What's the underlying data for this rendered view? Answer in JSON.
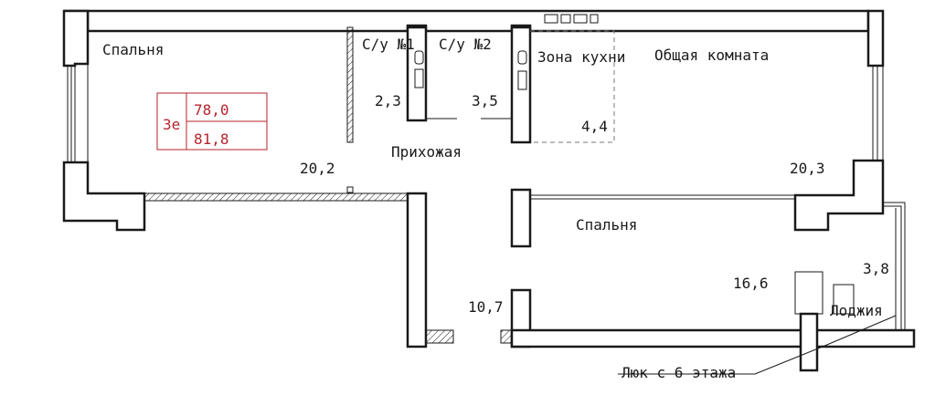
{
  "rooms": {
    "bedroom_left": "Спальня",
    "bathroom_1": "С/у №1",
    "bathroom_2": "С/у №2",
    "kitchen_zone": "Зона кухни",
    "living_room": "Общая комната",
    "hallway": "Прихожая",
    "bedroom_right": "Спальня",
    "loggia": "Лоджия"
  },
  "areas": {
    "bedroom_left": "20,2",
    "bathroom_1": "2,3",
    "bathroom_2": "3,5",
    "kitchen_zone": "4,4",
    "living_room": "20,3",
    "bedroom_right": "16,6",
    "loggia": "3,8",
    "hallway": "10,7"
  },
  "badge": {
    "type": "3е",
    "living_area": "78,0",
    "total_area": "81,8",
    "color": "#b5232b"
  },
  "notes": {
    "hatch": "Люк с 6 этажа"
  },
  "colors": {
    "wall": "#1a1a1a",
    "badge_border": "#b5232b"
  }
}
